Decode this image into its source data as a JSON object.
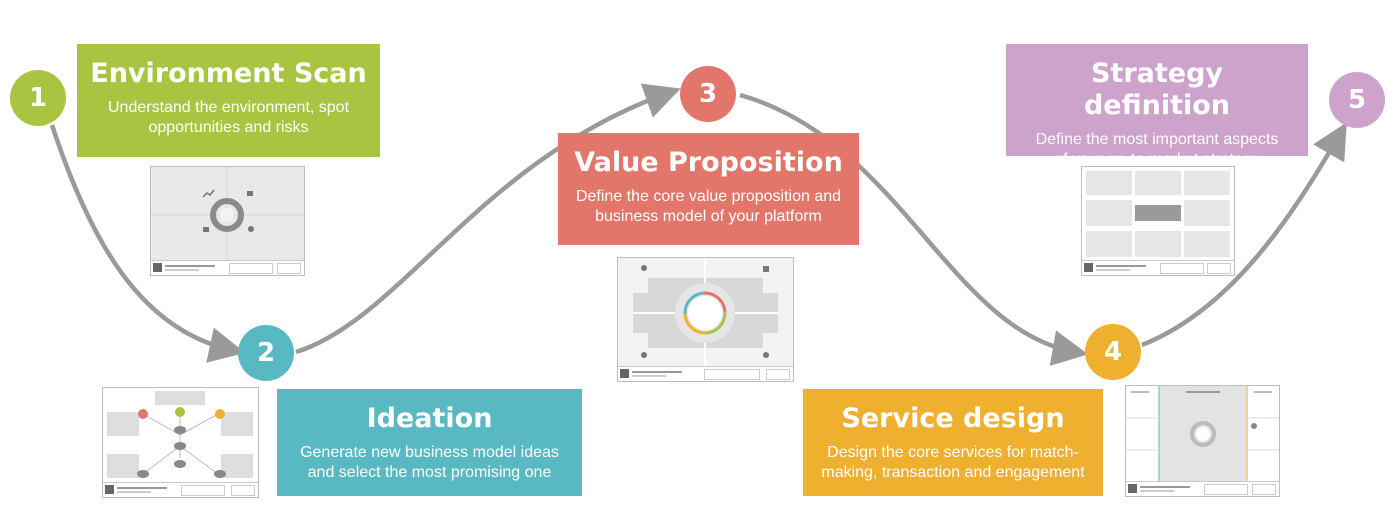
{
  "colors": {
    "green": "#a9c441",
    "teal": "#58b9c3",
    "red": "#e2766a",
    "orange": "#f0b02f",
    "purple": "#cda3cc",
    "arrow": "#9a9a9a"
  },
  "steps": [
    {
      "number": "1",
      "title": "Environment Scan",
      "description": "Understand the environment, spot opportunities and risks"
    },
    {
      "number": "2",
      "title": "Ideation",
      "description": "Generate new business model ideas and select the most promising one"
    },
    {
      "number": "3",
      "title": "Value Proposition",
      "description": "Define the core value proposition and business model of your platform"
    },
    {
      "number": "4",
      "title": "Service design",
      "description": "Design the core services for match-making, transaction and engagement"
    },
    {
      "number": "5",
      "title": "Strategy definition",
      "description": "Define the most important aspects of your go-to-market strategy"
    }
  ]
}
